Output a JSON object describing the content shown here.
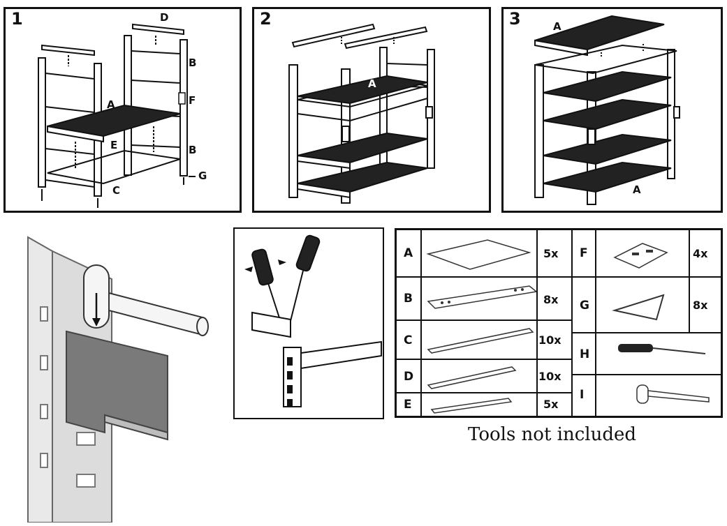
{
  "steps": [
    {
      "number": "1",
      "labels": {
        "A": "A",
        "B1": "B",
        "B2": "B",
        "C": "C",
        "D": "D",
        "E": "E",
        "F": "F",
        "G": "G"
      }
    },
    {
      "number": "2",
      "labels": {
        "A": "A"
      }
    },
    {
      "number": "3",
      "labels": {
        "A1": "A",
        "A2": "A"
      }
    }
  ],
  "parts": [
    {
      "letter": "A",
      "qty": "5x",
      "icon": "shelf-board-icon"
    },
    {
      "letter": "B",
      "qty": "8x",
      "icon": "perforated-beam-icon"
    },
    {
      "letter": "C",
      "qty": "10x",
      "icon": "long-rail-icon"
    },
    {
      "letter": "D",
      "qty": "10x",
      "icon": "short-rail-icon"
    },
    {
      "letter": "E",
      "qty": "5x",
      "icon": "cross-bar-icon"
    },
    {
      "letter": "F",
      "qty": "4x",
      "icon": "connector-plate-icon"
    },
    {
      "letter": "G",
      "qty": "8x",
      "icon": "foot-bracket-icon"
    },
    {
      "letter": "H",
      "qty": "",
      "icon": "screwdriver-icon"
    },
    {
      "letter": "I",
      "qty": "",
      "icon": "mallet-icon"
    }
  ],
  "note": "Tools not included"
}
